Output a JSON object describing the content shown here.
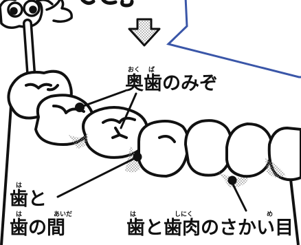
{
  "labels": {
    "back_teeth_groove": "奥歯のみぞ",
    "back_teeth_groove_ruby_1": "おく",
    "back_teeth_groove_ruby_2": "ば",
    "between_teeth_line1": "歯と",
    "between_teeth_line1_ruby": "は",
    "between_teeth_line2": "歯の間",
    "between_teeth_line2_ruby_1": "は",
    "between_teeth_line2_ruby_2": "あいだ",
    "gum_line": "歯と歯肉のさかい目",
    "gum_line_ruby_1": "は",
    "gum_line_ruby_2": "しにく",
    "gum_line_ruby_3": "め"
  },
  "colors": {
    "ink": "#111111",
    "bubble_border": "#3a56a8",
    "shade": "#9a9a9a"
  },
  "icons": {
    "arrow": "down-arrow-icon",
    "mascot": "toothbrush-mascot-icon"
  }
}
